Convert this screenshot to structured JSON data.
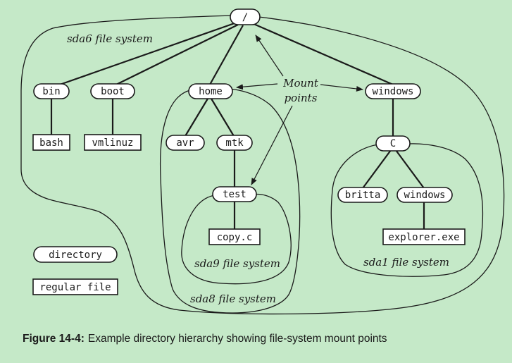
{
  "nodes": {
    "root": "/",
    "bin": "bin",
    "boot": "boot",
    "home": "home",
    "windows": "windows",
    "bash": "bash",
    "vmlinuz": "vmlinuz",
    "avr": "avr",
    "mtk": "mtk",
    "test": "test",
    "copy_c": "copy.c",
    "c_dir": "C",
    "britta": "britta",
    "windows_sub": "windows",
    "explorer": "explorer.exe"
  },
  "file_systems": {
    "sda6": "sda6 file system",
    "sda8": "sda8 file system",
    "sda9": "sda9 file system",
    "sda1": "sda1 file system"
  },
  "mount_points": {
    "line1": "Mount",
    "line2": "points"
  },
  "legend": {
    "directory": "directory",
    "regular_file": "regular file"
  },
  "caption": {
    "label": "Figure 14-4:",
    "text": "Example directory hierarchy showing file-system mount points"
  }
}
